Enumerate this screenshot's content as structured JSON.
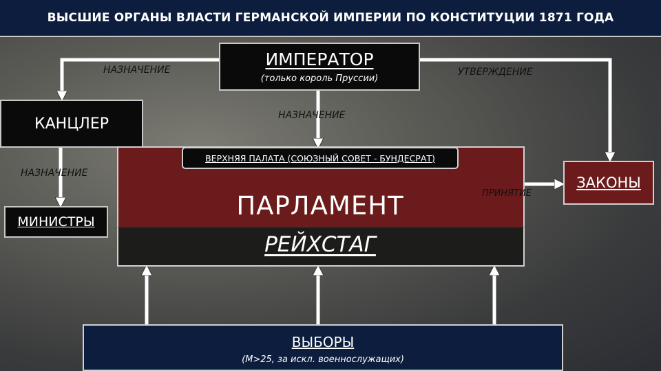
{
  "title": "ВЫСШИЕ ОРГАНЫ ВЛАСТИ ГЕРМАНСКОЙ ИМПЕРИИ ПО КОНСТИТУЦИИ 1871 ГОДА",
  "emperor": {
    "label": "ИМПЕРАТОР",
    "note": "(только король Пруссии)"
  },
  "chancellor": {
    "label": "КАНЦЛЕР"
  },
  "ministers": {
    "label": "МИНИСТРЫ"
  },
  "parliament": {
    "upper_house": "ВЕРХНЯЯ ПАЛАТА (СОЮЗНЫЙ СОВЕТ - БУНДЕСРАТ)",
    "label": "ПАРЛАМЕНТ",
    "lower_house": "РЕЙХСТАГ"
  },
  "laws": {
    "label": "ЗАКОНЫ"
  },
  "elections": {
    "label": "ВЫБОРЫ",
    "note": "(М>25, за искл. военнослужащих)"
  },
  "edge_labels": {
    "emperor_to_chancellor": "НАЗНАЧЕНИЕ",
    "emperor_to_upper_house": "НАЗНАЧЕНИЕ",
    "chancellor_to_ministers": "НАЗНАЧЕНИЕ",
    "emperor_to_laws": "УТВЕРЖДЕНИЕ",
    "parliament_to_laws": "ПРИНЯТИЕ"
  }
}
